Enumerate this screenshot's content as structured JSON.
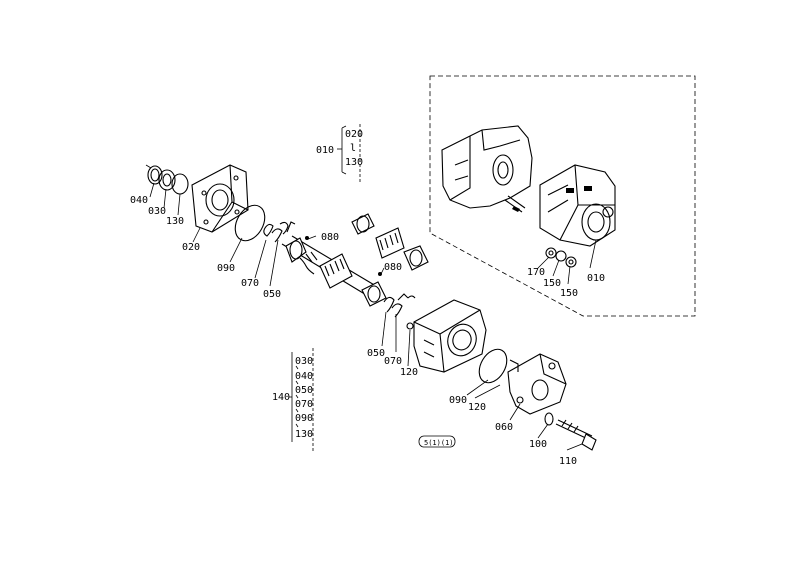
{
  "diagram": {
    "part_labels": {
      "p040_left": "040",
      "p030_left": "030",
      "p130_left": "130",
      "p020": "020",
      "p090_left": "090",
      "p070_left": "070",
      "p050_left": "050",
      "p080_top": "080",
      "p080_mid": "080",
      "p050_right": "050",
      "p070_right": "070",
      "p120_left": "120",
      "p090_right": "090",
      "p120_right": "120",
      "p060": "060",
      "p100": "100",
      "p110": "110",
      "p170": "170",
      "p150_a": "150",
      "p150_b": "150",
      "p010_right": "010"
    },
    "kit_top": {
      "ref": "010",
      "items": [
        "020",
        "130"
      ],
      "separator": "l"
    },
    "kit_bottom": {
      "ref": "140",
      "items": [
        "030",
        "040",
        "050",
        "070",
        "090",
        "130"
      ]
    },
    "stamp": "5(1)(1)"
  }
}
